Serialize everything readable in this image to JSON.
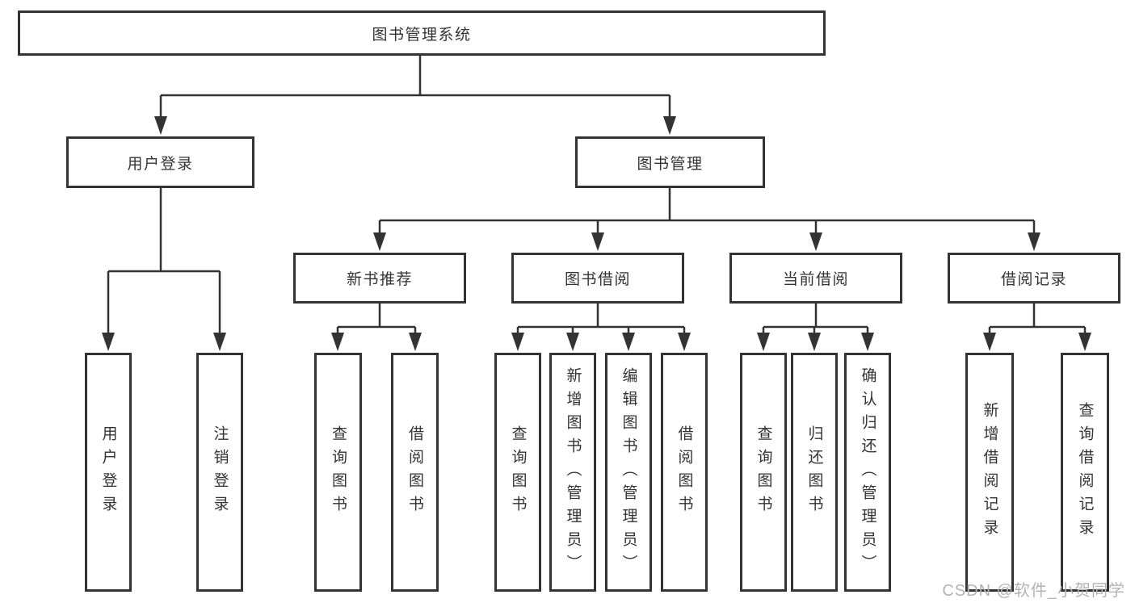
{
  "diagram_title": "图书管理系统",
  "tree": {
    "label": "图书管理系统",
    "children": [
      {
        "label": "用户登录",
        "children": [
          {
            "label": "用户登录"
          },
          {
            "label": "注销登录"
          }
        ]
      },
      {
        "label": "图书管理",
        "children": [
          {
            "label": "新书推荐",
            "children": [
              {
                "label": "查询图书"
              },
              {
                "label": "借阅图书"
              }
            ]
          },
          {
            "label": "图书借阅",
            "children": [
              {
                "label": "查询图书"
              },
              {
                "label": "新增图书（管理员）"
              },
              {
                "label": "编辑图书（管理员）"
              },
              {
                "label": "借阅图书"
              }
            ]
          },
          {
            "label": "当前借阅",
            "children": [
              {
                "label": "查询图书"
              },
              {
                "label": "归还图书"
              },
              {
                "label": "确认归还（管理员）"
              }
            ]
          },
          {
            "label": "借阅记录",
            "children": [
              {
                "label": "新增借阅记录"
              },
              {
                "label": "查询借阅记录"
              }
            ]
          }
        ]
      }
    ]
  },
  "watermark": {
    "text": "CSDN @软件_小贺同学"
  },
  "colors": {
    "line": "#333333",
    "box_border": "#333333",
    "text": "#333333",
    "watermark": "#b3b3b3",
    "background": "#ffffff"
  }
}
